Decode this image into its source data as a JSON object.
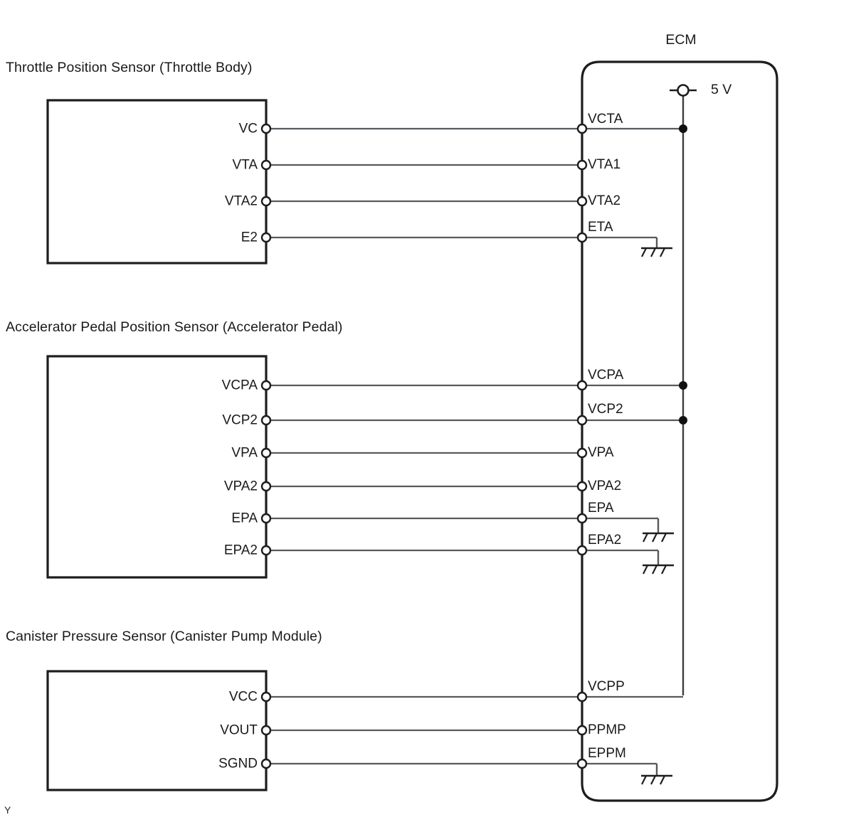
{
  "diagram": {
    "title": "ECM Sensor Wiring Diagram",
    "corner_mark": "Y",
    "colors": {
      "wire": "#555a5e",
      "outline": "#1d1d1d",
      "background": "#ffffff"
    }
  },
  "ecm": {
    "title": "ECM",
    "supply": {
      "label": "5 V",
      "symbol": "supply-node-icon"
    }
  },
  "sections": [
    {
      "id": "throttle",
      "heading": "Throttle Position Sensor (Throttle Body)",
      "connections": [
        {
          "sensor_pin": "VC",
          "ecm_pin": "VCTA",
          "ecm_label_above": true,
          "rail": true,
          "ground": false
        },
        {
          "sensor_pin": "VTA",
          "ecm_pin": "VTA1",
          "ecm_label_above": false,
          "rail": false,
          "ground": false
        },
        {
          "sensor_pin": "VTA2",
          "ecm_pin": "VTA2",
          "ecm_label_above": false,
          "rail": false,
          "ground": false
        },
        {
          "sensor_pin": "E2",
          "ecm_pin": "ETA",
          "ecm_label_above": true,
          "rail": false,
          "ground": true
        }
      ]
    },
    {
      "id": "accelerator",
      "heading": "Accelerator Pedal Position Sensor (Accelerator Pedal)",
      "connections": [
        {
          "sensor_pin": "VCPA",
          "ecm_pin": "VCPA",
          "ecm_label_above": true,
          "rail": true,
          "ground": false
        },
        {
          "sensor_pin": "VCP2",
          "ecm_pin": "VCP2",
          "ecm_label_above": true,
          "rail": true,
          "ground": false
        },
        {
          "sensor_pin": "VPA",
          "ecm_pin": "VPA",
          "ecm_label_above": false,
          "rail": false,
          "ground": false
        },
        {
          "sensor_pin": "VPA2",
          "ecm_pin": "VPA2",
          "ecm_label_above": false,
          "rail": false,
          "ground": false
        },
        {
          "sensor_pin": "EPA",
          "ecm_pin": "EPA",
          "ecm_label_above": true,
          "rail": false,
          "ground": true
        },
        {
          "sensor_pin": "EPA2",
          "ecm_pin": "EPA2",
          "ecm_label_above": true,
          "rail": false,
          "ground": true
        }
      ]
    },
    {
      "id": "canister",
      "heading": "Canister Pressure Sensor (Canister Pump Module)",
      "connections": [
        {
          "sensor_pin": "VCC",
          "ecm_pin": "VCPP",
          "ecm_label_above": true,
          "rail": true,
          "ground": false
        },
        {
          "sensor_pin": "VOUT",
          "ecm_pin": "PPMP",
          "ecm_label_above": false,
          "rail": false,
          "ground": false
        },
        {
          "sensor_pin": "SGND",
          "ecm_pin": "EPPM",
          "ecm_label_above": true,
          "rail": false,
          "ground": true
        }
      ]
    }
  ],
  "text": {
    "heading_throttle": "Throttle Position Sensor (Throttle Body)",
    "heading_accelerator": "Accelerator Pedal Position Sensor (Accelerator Pedal)",
    "heading_canister": "Canister Pressure Sensor (Canister Pump Module)",
    "ecm_title": "ECM",
    "supply_label": "5 V",
    "corner_mark": "Y",
    "t_vc": "VC",
    "t_vta": "VTA",
    "t_vta2": "VTA2",
    "t_e2": "E2",
    "t_vcta": "VCTA",
    "t_vta1_r": "VTA1",
    "t_vta2_r": "VTA2",
    "t_eta": "ETA",
    "a_vcpa": "VCPA",
    "a_vcp2": "VCP2",
    "a_vpa": "VPA",
    "a_vpa2": "VPA2",
    "a_epa": "EPA",
    "a_epa2": "EPA2",
    "a_vcpa_r": "VCPA",
    "a_vcp2_r": "VCP2",
    "a_vpa_r": "VPA",
    "a_vpa2_r": "VPA2",
    "a_epa_r": "EPA",
    "a_epa2_r": "EPA2",
    "c_vcc": "VCC",
    "c_vout": "VOUT",
    "c_sgnd": "SGND",
    "c_vcpp": "VCPP",
    "c_ppmp": "PPMP",
    "c_eppm": "EPPM"
  }
}
